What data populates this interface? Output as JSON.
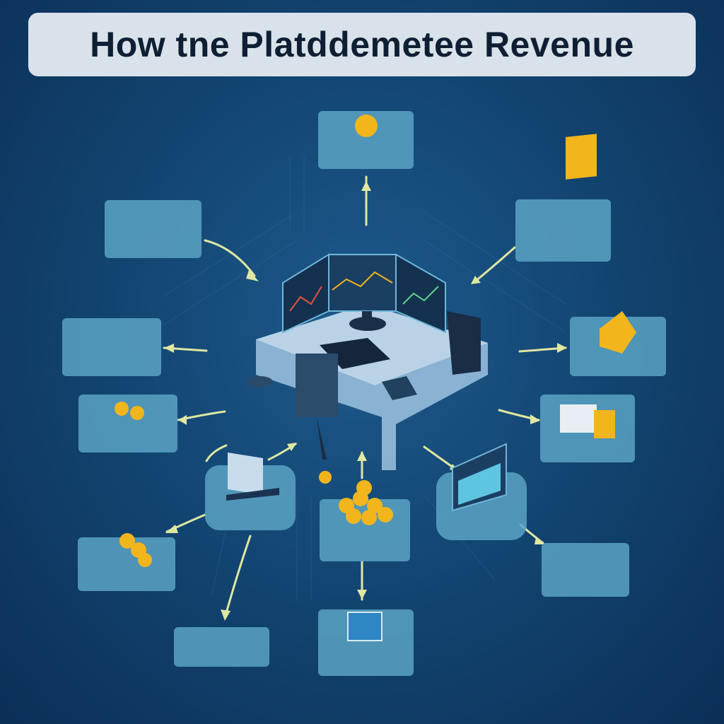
{
  "title": "How tne Platddemetee Revenue",
  "colors": {
    "background": "#134673",
    "title_bar": "#d9e2ea",
    "node_box": "#5aa3c4",
    "arrow": "#dfe7a0",
    "coin": "#f2b51c"
  },
  "nodes": [
    {
      "id": "top",
      "label": "",
      "sub": "",
      "icon": "coin-icon"
    },
    {
      "id": "upper-left",
      "label": "",
      "sub": "",
      "icon": "none"
    },
    {
      "id": "upper-right",
      "label": "",
      "sub": "",
      "icon": "gold-bar-icon"
    },
    {
      "id": "mid-left",
      "label": "",
      "sub": "",
      "icon": "none"
    },
    {
      "id": "mid-right",
      "label": "",
      "sub": "",
      "icon": "gold-bar-icon"
    },
    {
      "id": "lower-left",
      "label": "",
      "sub": "",
      "icon": "coin-stack-icon"
    },
    {
      "id": "lower-right",
      "label": "",
      "sub": "",
      "icon": "cash-stack-icon"
    },
    {
      "id": "monitor-left",
      "label": "",
      "sub": "",
      "icon": "monitor-icon"
    },
    {
      "id": "coins-center",
      "label": "",
      "sub": "",
      "icon": "coin-pile-icon"
    },
    {
      "id": "monitor-right",
      "label": "",
      "sub": "",
      "icon": "monitor-icon"
    },
    {
      "id": "bottom-left",
      "label": "",
      "sub": "",
      "icon": "coin-stack-icon"
    },
    {
      "id": "bottom-right",
      "label": "",
      "sub": "",
      "icon": "none"
    },
    {
      "id": "far-bottom-left",
      "label": "",
      "sub": "",
      "icon": "none"
    },
    {
      "id": "bottom-center",
      "label": "",
      "sub": "",
      "icon": "chart-icon"
    }
  ],
  "floating_label": {
    "label": "",
    "sub": ""
  },
  "center_icon": "trading-desk-icon"
}
